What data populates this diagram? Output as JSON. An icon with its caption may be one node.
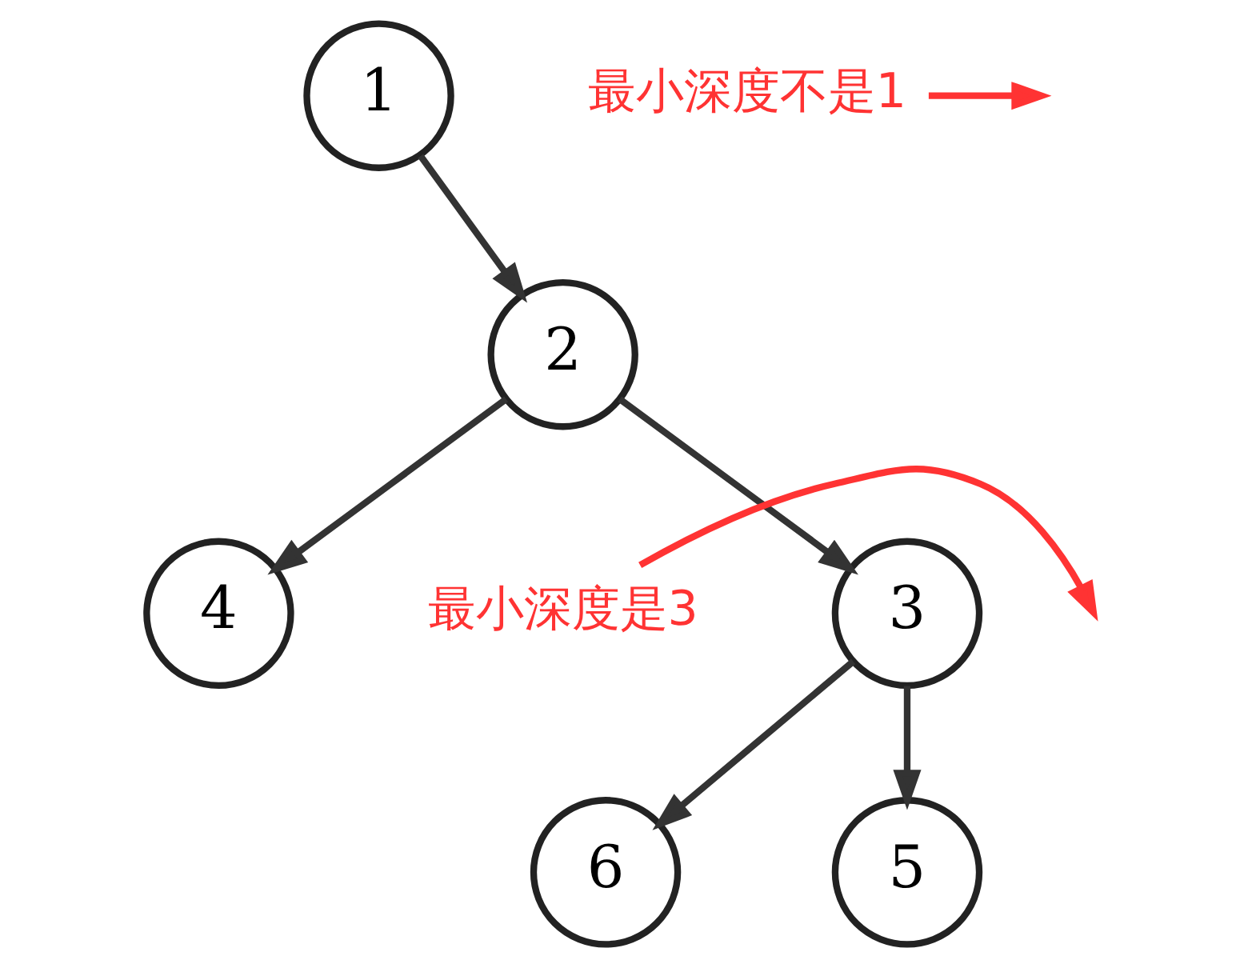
{
  "diagram": {
    "nodes": [
      {
        "text": [
          "1"
        ]
      },
      {
        "text": [
          "2"
        ]
      },
      {
        "text": [
          "4"
        ]
      },
      {
        "text": [
          "3"
        ]
      },
      {
        "text": [
          "6"
        ]
      },
      {
        "text": [
          "5"
        ]
      },
      {
        "text": [
          "最小深度不是1"
        ]
      },
      {
        "text": [
          "最小深度是3"
        ]
      }
    ],
    "edges": [
      {
        "from": 0,
        "to": 1,
        "arrow": "to"
      },
      {
        "from": 1,
        "to": 2,
        "arrow": "to"
      },
      {
        "from": 1,
        "to": 3,
        "arrow": "to"
      },
      {
        "from": 3,
        "to": 4,
        "arrow": "to"
      },
      {
        "from": 3,
        "to": 5,
        "arrow": "to"
      },
      {
        "from": 6,
        "to": null,
        "arrow": "to",
        "color": "#ff3333"
      },
      {
        "from": 7,
        "to": null,
        "arrow": "to",
        "color": "#ff3333"
      }
    ]
  }
}
